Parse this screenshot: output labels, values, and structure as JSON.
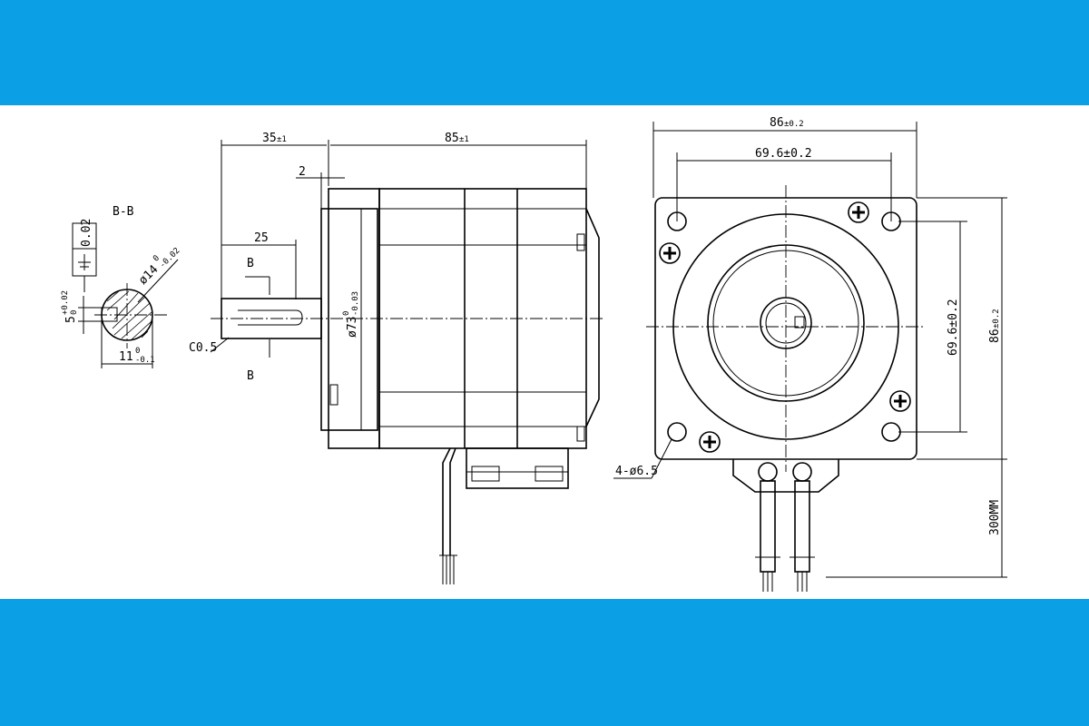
{
  "colors": {
    "band": "#0b9fe5",
    "line": "#000000",
    "paper": "#ffffff"
  },
  "section": {
    "title": "B-B",
    "tolerance_value": "0.02",
    "diameter_main": "ø14",
    "diameter_upper": "0",
    "diameter_lower": "-0.02",
    "flat_main": "5",
    "flat_upper": "+0.02",
    "flat_lower": "0",
    "width_main": "11",
    "width_upper": "0",
    "width_lower": "-0.1"
  },
  "side_view": {
    "shaft_len_main": "35",
    "shaft_len_tol": "±1",
    "body_len_main": "85",
    "body_len_tol": "±1",
    "flange_gap": "2",
    "key_len": "25",
    "section_mark_top": "B",
    "section_mark_bottom": "B",
    "chamfer": "C0.5",
    "pilot_main": "ø73",
    "pilot_upper": "0",
    "pilot_lower": "-0.03"
  },
  "front_view": {
    "width_main": "86",
    "width_tol": "±0.2",
    "hole_spacing_h": "69.6±0.2",
    "hole_spacing_v": "69.6±0.2",
    "height_main": "86",
    "height_tol": "±0.2",
    "holes": "4-ø6.5",
    "lead_length": "300MM"
  }
}
